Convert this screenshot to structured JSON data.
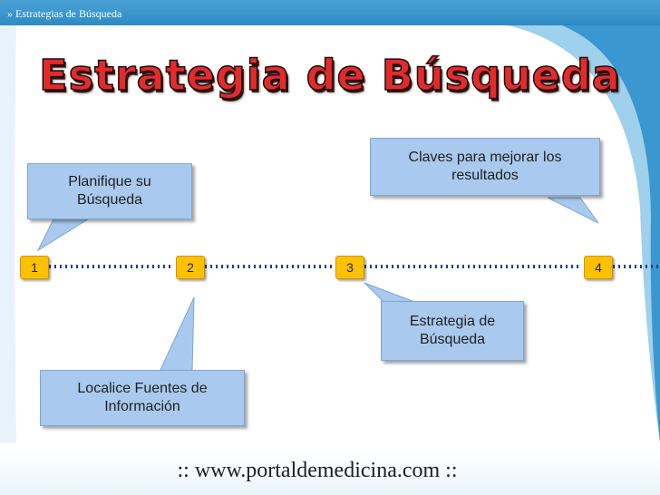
{
  "header": {
    "breadcrumb": "» Estrategias de Búsqueda"
  },
  "title": "Estrategia de Búsqueda",
  "callouts": {
    "planifique": "Planifique su Búsqueda",
    "localice": "Localice Fuentes de Información",
    "claves": "Claves para mejorar los resultados",
    "estrategia": "Estrategia de Búsqueda"
  },
  "markers": [
    "1",
    "2",
    "3",
    "4"
  ],
  "footer": {
    "url": ":: www.portaldemedicina.com ::"
  },
  "colors": {
    "accent_blue": "#2f8ac4",
    "title_red": "#e32b2b",
    "callout_fill": "#a9c9ee",
    "marker_fill": "#ffc000",
    "timeline_line": "#1f3f8f"
  }
}
